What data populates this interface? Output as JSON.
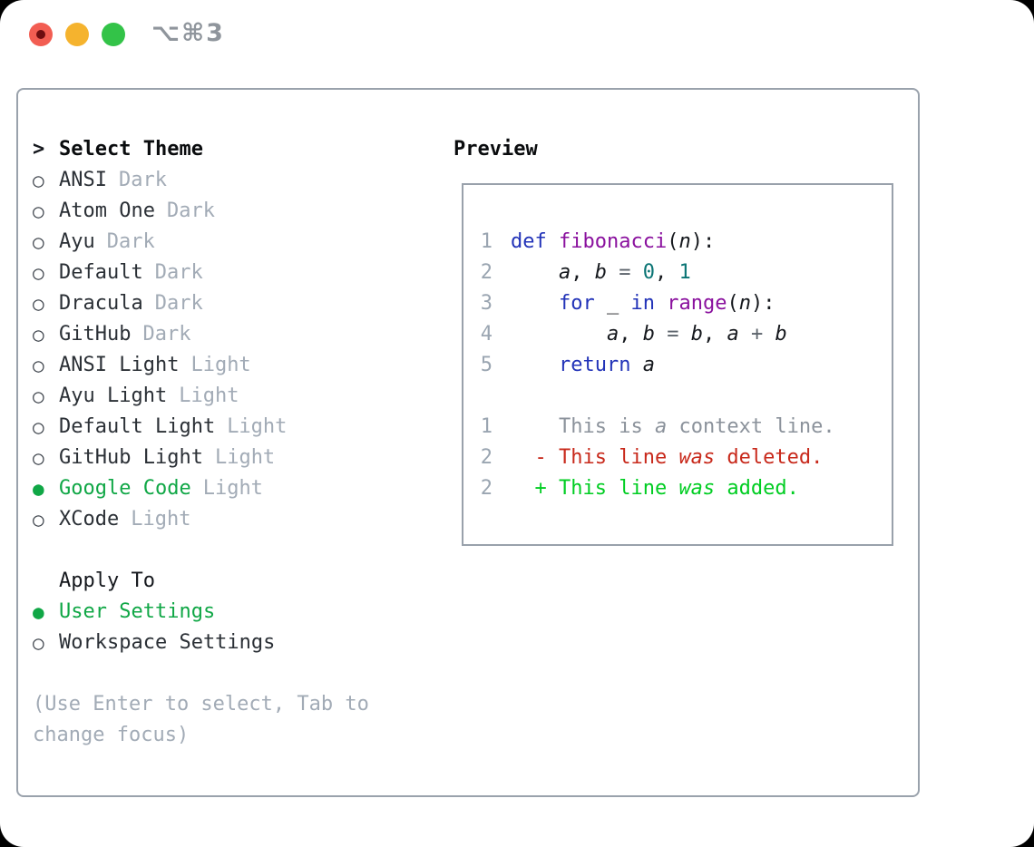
{
  "window": {
    "title": "⌥⌘3"
  },
  "left": {
    "header_prefix": ">",
    "header_label": "Select Theme",
    "bullet_selected": "●",
    "bullet_unselected": "○",
    "themes": [
      {
        "name": "ANSI",
        "variant": "Dark",
        "selected": false
      },
      {
        "name": "Atom One",
        "variant": "Dark",
        "selected": false
      },
      {
        "name": "Ayu",
        "variant": "Dark",
        "selected": false
      },
      {
        "name": "Default",
        "variant": "Dark",
        "selected": false
      },
      {
        "name": "Dracula",
        "variant": "Dark",
        "selected": false
      },
      {
        "name": "GitHub",
        "variant": "Dark",
        "selected": false
      },
      {
        "name": "ANSI Light",
        "variant": "Light",
        "selected": false
      },
      {
        "name": "Ayu Light",
        "variant": "Light",
        "selected": false
      },
      {
        "name": "Default Light",
        "variant": "Light",
        "selected": false
      },
      {
        "name": "GitHub Light",
        "variant": "Light",
        "selected": false
      },
      {
        "name": "Google Code",
        "variant": "Light",
        "selected": true
      },
      {
        "name": "XCode",
        "variant": "Light",
        "selected": false
      }
    ],
    "apply_to_label": "Apply To",
    "apply_options": [
      {
        "label": "User Settings",
        "selected": true
      },
      {
        "label": "Workspace Settings",
        "selected": false
      }
    ],
    "hint_lines": [
      "(Use Enter to select, Tab to",
      "change focus)"
    ]
  },
  "preview": {
    "title": "Preview",
    "lines": [
      {
        "n": "1",
        "tokens": [
          {
            "t": "def ",
            "c": "kw"
          },
          {
            "t": "fibonacci",
            "c": "fn"
          },
          {
            "t": "(",
            "c": "pl"
          },
          {
            "t": "n",
            "c": "pl",
            "i": true
          },
          {
            "t": "):",
            "c": "pl"
          }
        ]
      },
      {
        "n": "2",
        "tokens": [
          {
            "t": "    ",
            "c": "pl"
          },
          {
            "t": "a",
            "c": "pl",
            "i": true
          },
          {
            "t": ", ",
            "c": "pl"
          },
          {
            "t": "b",
            "c": "pl",
            "i": true
          },
          {
            "t": " = ",
            "c": "op"
          },
          {
            "t": "0",
            "c": "lit"
          },
          {
            "t": ", ",
            "c": "pl"
          },
          {
            "t": "1",
            "c": "lit"
          }
        ]
      },
      {
        "n": "3",
        "tokens": [
          {
            "t": "    ",
            "c": "pl"
          },
          {
            "t": "for",
            "c": "kw"
          },
          {
            "t": " _ ",
            "c": "pl"
          },
          {
            "t": "in",
            "c": "kw"
          },
          {
            "t": " ",
            "c": "pl"
          },
          {
            "t": "range",
            "c": "fn"
          },
          {
            "t": "(",
            "c": "pl"
          },
          {
            "t": "n",
            "c": "pl",
            "i": true
          },
          {
            "t": "):",
            "c": "pl"
          }
        ]
      },
      {
        "n": "4",
        "tokens": [
          {
            "t": "        ",
            "c": "pl"
          },
          {
            "t": "a",
            "c": "pl",
            "i": true
          },
          {
            "t": ", ",
            "c": "pl"
          },
          {
            "t": "b",
            "c": "pl",
            "i": true
          },
          {
            "t": " = ",
            "c": "op"
          },
          {
            "t": "b",
            "c": "pl",
            "i": true
          },
          {
            "t": ", ",
            "c": "pl"
          },
          {
            "t": "a",
            "c": "pl",
            "i": true
          },
          {
            "t": " + ",
            "c": "op"
          },
          {
            "t": "b",
            "c": "pl",
            "i": true
          }
        ]
      },
      {
        "n": "5",
        "tokens": [
          {
            "t": "    ",
            "c": "pl"
          },
          {
            "t": "return",
            "c": "kw"
          },
          {
            "t": " ",
            "c": "pl"
          },
          {
            "t": "a",
            "c": "pl",
            "i": true
          }
        ]
      },
      {
        "n": "",
        "tokens": []
      },
      {
        "n": "1",
        "tokens": [
          {
            "t": "    This is ",
            "c": "ctx"
          },
          {
            "t": "a",
            "c": "ctx",
            "i": true
          },
          {
            "t": " context line.",
            "c": "ctx"
          }
        ]
      },
      {
        "n": "2",
        "tokens": [
          {
            "t": "  - This line ",
            "c": "del"
          },
          {
            "t": "was",
            "c": "del",
            "i": true
          },
          {
            "t": " deleted.",
            "c": "del"
          }
        ]
      },
      {
        "n": "2",
        "tokens": [
          {
            "t": "  + This line ",
            "c": "add"
          },
          {
            "t": "was",
            "c": "add",
            "i": true
          },
          {
            "t": " added.",
            "c": "add"
          }
        ]
      }
    ]
  },
  "colors": {
    "accent_green": "#10a746",
    "diff_red": "#c8291b",
    "diff_green": "#00cd22",
    "keyword_blue": "#2233b8",
    "function_purple": "#8a119e",
    "literal_teal": "#0a7474",
    "muted_gray": "#a2abb6",
    "border_gray": "#9aa2ac"
  }
}
